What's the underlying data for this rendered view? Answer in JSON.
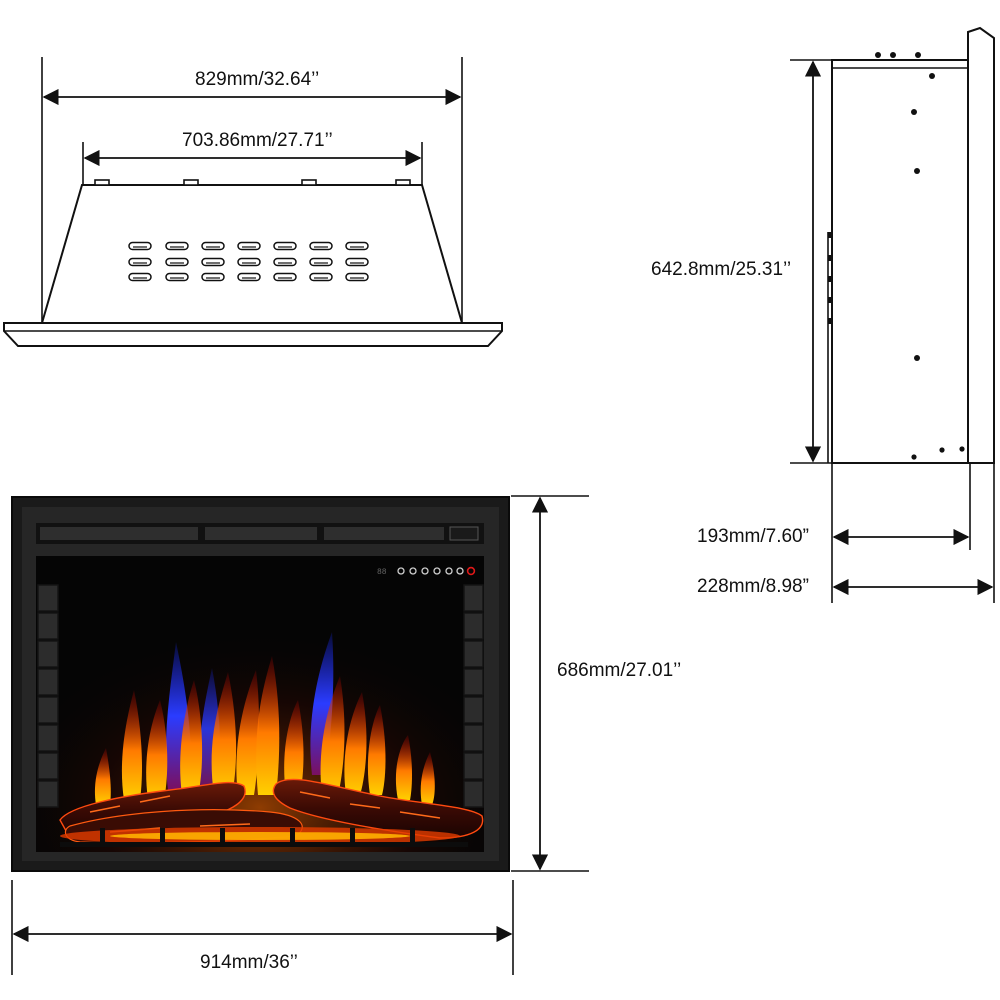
{
  "dimensions": {
    "top_outer_width": "829mm/32.64’’",
    "top_inner_width": "703.86mm/27.71’’",
    "side_height": "642.8mm/25.31’’",
    "depth_inner": "193mm/7.60”",
    "depth_outer": "228mm/8.98”",
    "front_height": "686mm/27.01’’",
    "front_width": "914mm/36’’"
  },
  "views": [
    "top-view",
    "side-view",
    "front-view"
  ],
  "colors": {
    "line": "#111111",
    "frame": "#1a1a1a",
    "firebox": "#050505",
    "flame_orange": "#ff7a00",
    "flame_yellow": "#ffc400",
    "flame_red": "#ff2a00",
    "flame_blue": "#2a4cff",
    "ember": "#e23c00"
  }
}
